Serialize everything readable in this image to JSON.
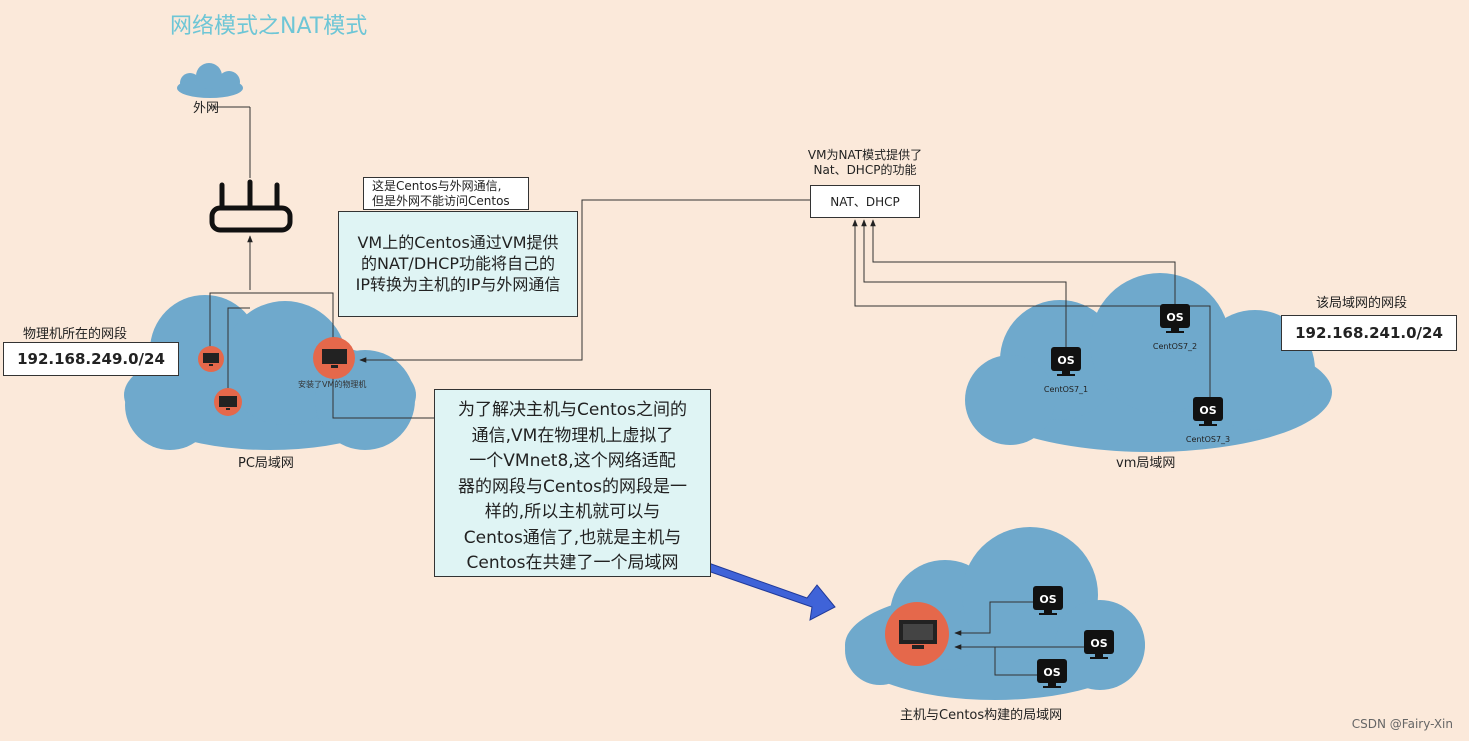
{
  "title": "网络模式之NAT模式",
  "internet_label": "外网",
  "pc_cloud_label": "PC局域网",
  "vm_cloud_label": "vm局域网",
  "shared_cloud_label": "主机与Centos构建的局域网",
  "host_label": "安装了VM的物理机",
  "pc_segment": {
    "label": "物理机所在的网段",
    "ip": "192.168.249.0/24"
  },
  "vm_segment": {
    "label": "该局域网的网段",
    "ip": "192.168.241.0/24"
  },
  "nat_caption": "VM为NAT模式提供了\nNat、DHCP的功能",
  "nat_box": "NAT、DHCP",
  "note_small": "这是Centos与外网通信,\n但是外网不能访问Centos",
  "note_centos": "VM上的Centos通过VM提供\n的NAT/DHCP功能将自己的\nIP转换为主机的IP与外网通信",
  "note_vmnet8": "为了解决主机与Centos之间的\n通信,VM在物理机上虚拟了\n一个VMnet8,这个网络适配\n器的网段与Centos的网段是一\n样的,所以主机就可以与\nCentos通信了,也就是主机与\nCentos在共建了一个局域网",
  "os_badge": "OS",
  "vms": [
    "CentOS7_1",
    "CentOS7_2",
    "CentOS7_3"
  ],
  "watermark": "CSDN @Fairy-Xin",
  "colors": {
    "background": "#fbe9da",
    "cloud": "#6fa9cc",
    "host": "#e5684b",
    "title": "#6ec6d6",
    "note": "#dff4f4",
    "arrow": "#3f63d8"
  }
}
